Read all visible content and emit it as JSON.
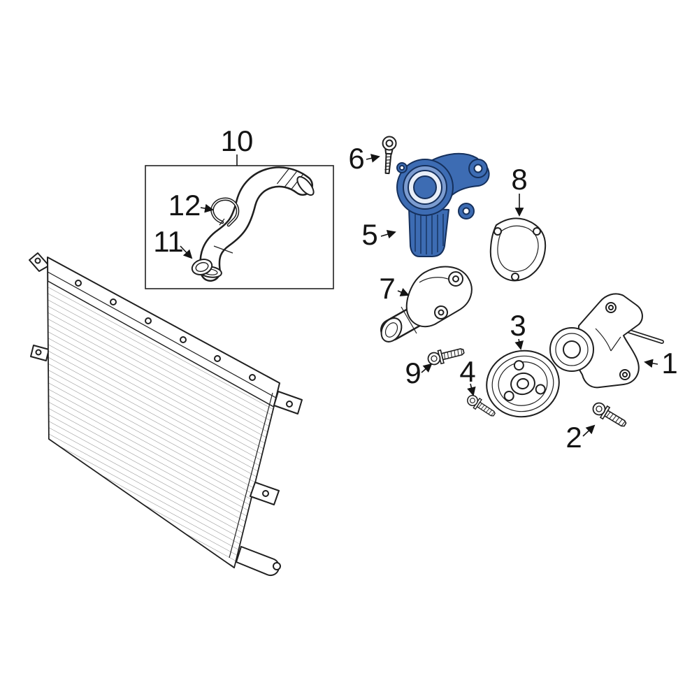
{
  "diagram": {
    "type": "exploded-parts-diagram",
    "subject": "engine-cooling-water-pump-and-thermostat",
    "background_color": "#ffffff",
    "line_color": "#1f1f1f",
    "text_color": "#141414",
    "highlight_fill": "#3d6cb3",
    "highlight_fill_light": "#7c9cd0",
    "highlight_fill_pale": "#e8eef8",
    "highlight_stroke": "#15305c",
    "callouts": [
      {
        "label": "1"
      },
      {
        "label": "2"
      },
      {
        "label": "3"
      },
      {
        "label": "4"
      },
      {
        "label": "5"
      },
      {
        "label": "6"
      },
      {
        "label": "7"
      },
      {
        "label": "8"
      },
      {
        "label": "9"
      },
      {
        "label": "10"
      },
      {
        "label": "11"
      },
      {
        "label": "12"
      }
    ]
  }
}
